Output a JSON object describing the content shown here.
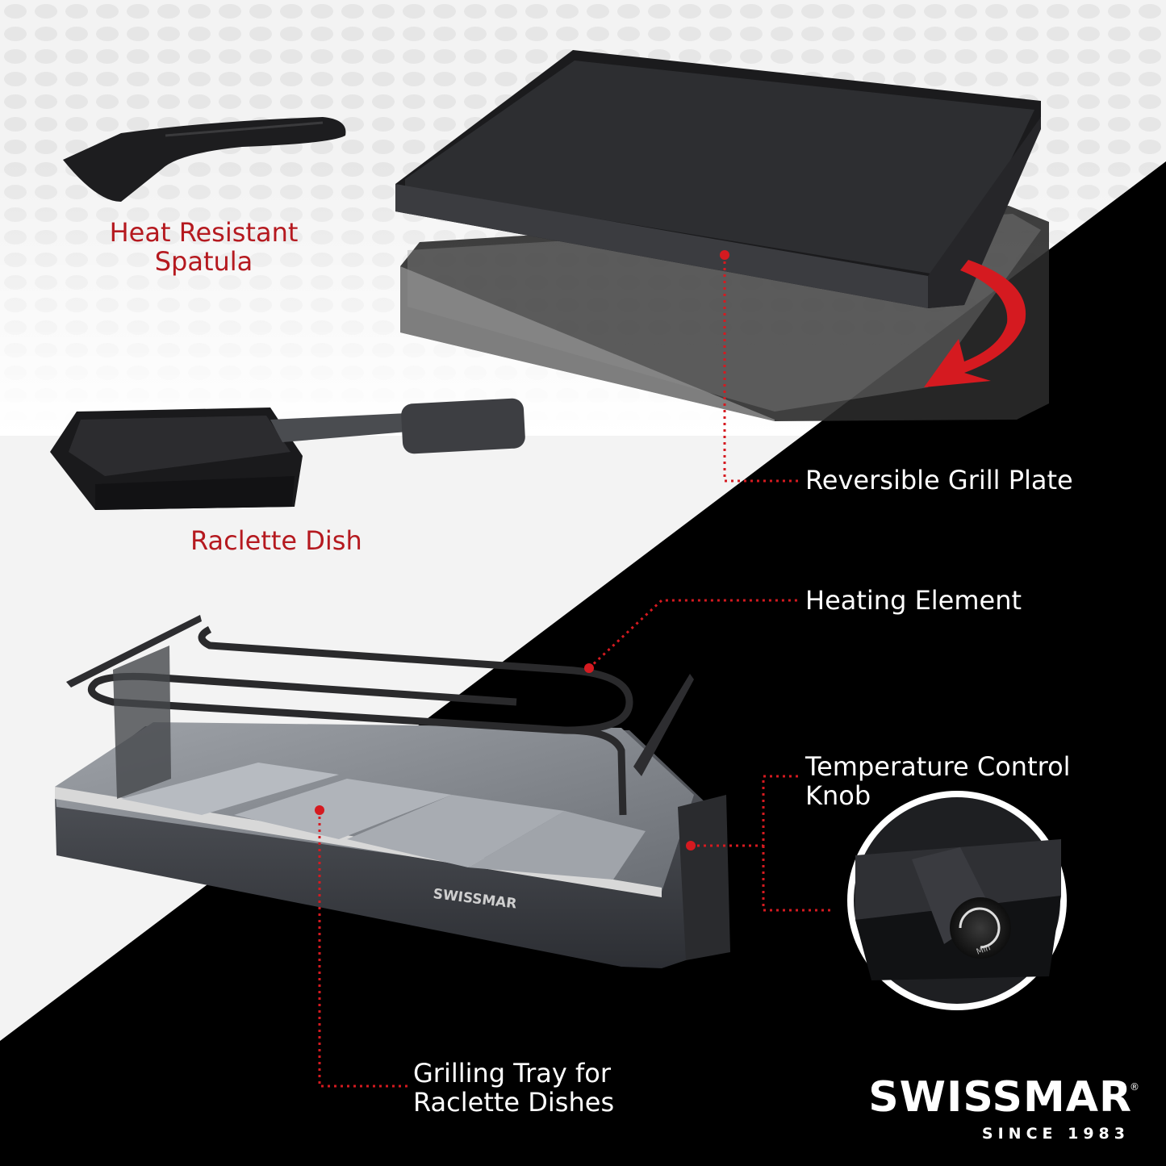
{
  "labels": {
    "spatula_line1": "Heat Resistant",
    "spatula_line2": "Spatula",
    "raclette_dish": "Raclette Dish",
    "grill_plate": "Reversible Grill Plate",
    "heating_element": "Heating Element",
    "knob_line1": "Temperature Control",
    "knob_line2": "Knob",
    "tray_line1": "Grilling Tray for",
    "tray_line2": "Raclette Dishes"
  },
  "brand": {
    "name": "SWISSMAR",
    "registered": "®",
    "tagline": "SINCE 1983",
    "base_print": "SWISSMAR",
    "knob_marking": "Min"
  },
  "colors": {
    "accent_red": "#b5191f",
    "dark_bg": "#000000",
    "light_bg": "#f2f2f2"
  }
}
